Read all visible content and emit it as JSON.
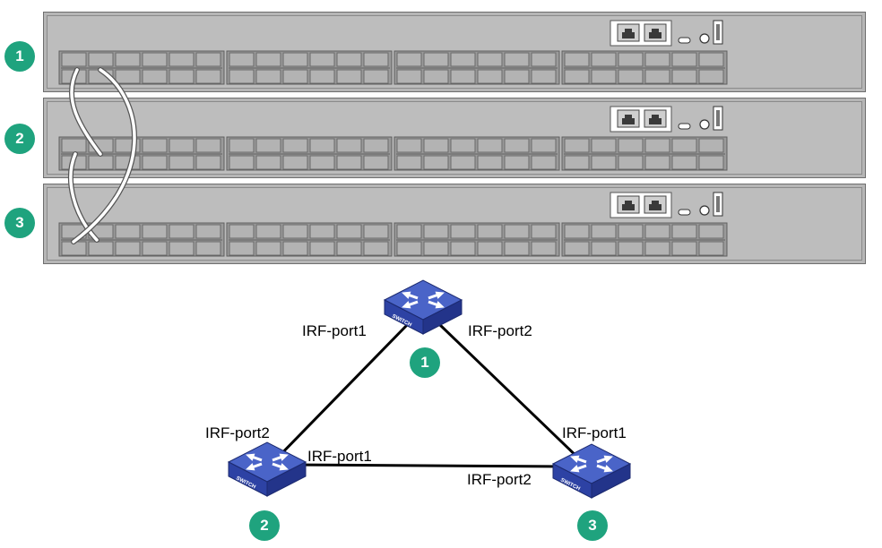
{
  "devices": [
    {
      "id": "1"
    },
    {
      "id": "2"
    },
    {
      "id": "3"
    }
  ],
  "switch_icon_text": "SWITCH",
  "topology": {
    "node1": {
      "badge": "1",
      "left_port": "IRF-port1",
      "right_port": "IRF-port2"
    },
    "node2": {
      "badge": "2",
      "top_port": "IRF-port2",
      "right_port": "IRF-port1"
    },
    "node3": {
      "badge": "3",
      "top_port": "IRF-port1",
      "left_port": "IRF-port2"
    }
  },
  "colors": {
    "badge": "#1fa37e",
    "switch_top": "#4a64c8",
    "switch_side": "#23348a",
    "chassis": "#b6b6b6"
  }
}
